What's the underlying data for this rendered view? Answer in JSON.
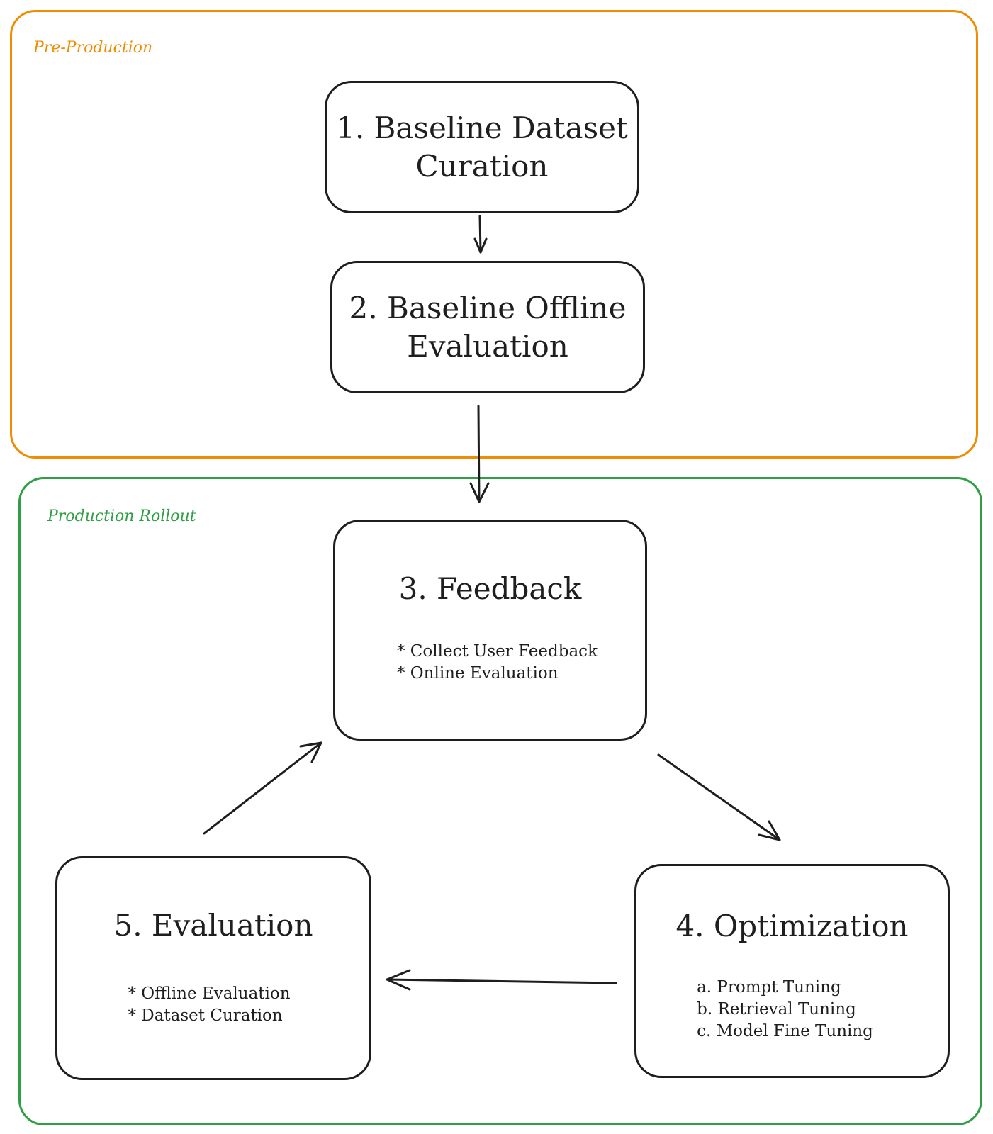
{
  "groups": {
    "pre_production": {
      "label": "Pre-Production",
      "color": "#f08c00"
    },
    "production_rollout": {
      "label": "Production Rollout",
      "color": "#2f9e44"
    }
  },
  "nodes": {
    "baseline_dataset_curation": {
      "title": "1. Baseline Dataset\nCuration"
    },
    "baseline_offline_evaluation": {
      "title": "2. Baseline Offline\nEvaluation"
    },
    "feedback": {
      "title": "3. Feedback",
      "items": [
        "* Collect User Feedback",
        "* Online Evaluation"
      ]
    },
    "optimization": {
      "title": "4. Optimization",
      "items": [
        "a. Prompt Tuning",
        "b. Retrieval Tuning",
        "c. Model Fine Tuning"
      ]
    },
    "evaluation": {
      "title": "5. Evaluation",
      "items": [
        "* Offline Evaluation",
        "* Dataset Curation"
      ]
    }
  },
  "edges": [
    {
      "from": "1. Baseline Dataset Curation",
      "to": "2. Baseline Offline Evaluation"
    },
    {
      "from": "2. Baseline Offline Evaluation",
      "to": "3. Feedback"
    },
    {
      "from": "3. Feedback",
      "to": "4. Optimization"
    },
    {
      "from": "4. Optimization",
      "to": "5. Evaluation"
    },
    {
      "from": "5. Evaluation",
      "to": "3. Feedback"
    }
  ],
  "colors": {
    "stroke": "#1e1e1e",
    "background": "#ffffff"
  }
}
